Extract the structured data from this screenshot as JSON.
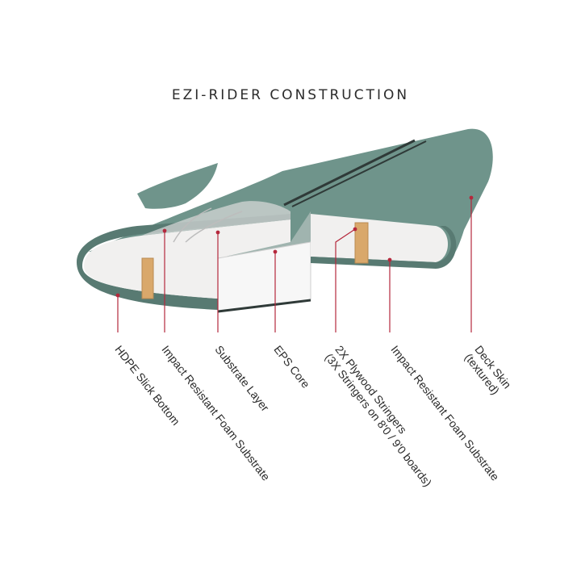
{
  "title": "EZI-RIDER CONSTRUCTION",
  "colors": {
    "skin": "#6f948b",
    "skin_dark": "#587a72",
    "rail_dark": "#2f3a38",
    "foam": "#f1f0ef",
    "foam_shade": "#dcdcdc",
    "core": "#f7f7f7",
    "wood": "#d9a86b",
    "callout": "#b5283c",
    "text": "#2b2b2b"
  },
  "labels": {
    "hdpe": "HDPE Slick Bottom",
    "impact_left": "Impact Resistant Foam Substrate",
    "substrate": "Substrate Layer",
    "eps": "EPS Core",
    "stringers_line1": "2X Plywood Stringers",
    "stringers_line2": "(3X Stringers on 8'0 / 9'0 boards)",
    "impact_right": "Impact Resistant Foam Substrate",
    "deck_line1": "Deck Skin",
    "deck_line2": "(textured)"
  }
}
